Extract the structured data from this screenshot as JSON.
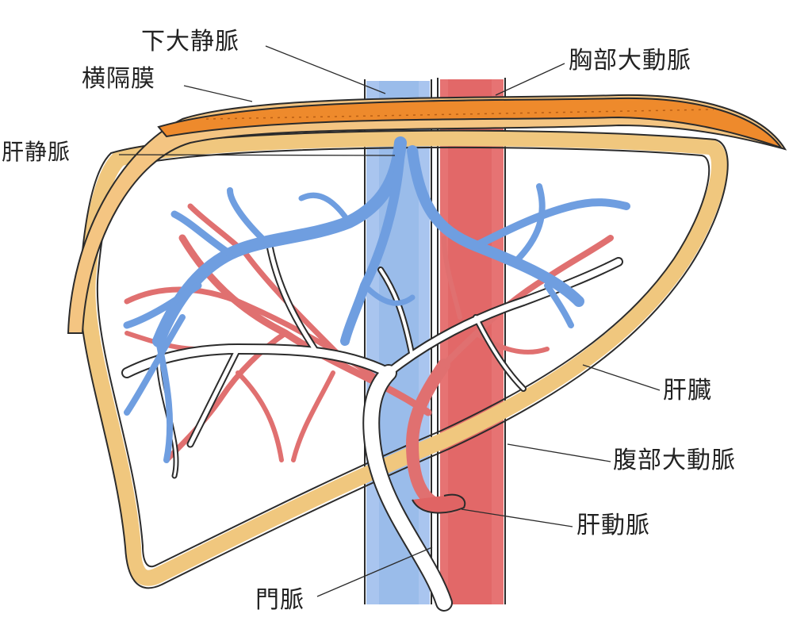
{
  "labels": {
    "inferior_vena_cava": "下大静脈",
    "diaphragm": "横隔膜",
    "hepatic_vein": "肝静脈",
    "thoracic_aorta": "胸部大動脈",
    "liver": "肝臓",
    "abdominal_aorta": "腹部大動脈",
    "hepatic_artery": "肝動脈",
    "portal_vein": "門脈"
  },
  "colors": {
    "vein_blue": "#7fa8dd",
    "artery_red": "#e06464",
    "liver_outline": "#f0c77e",
    "diaphragm_orange": "#ee8a2c",
    "outline": "#2b2b2b"
  }
}
